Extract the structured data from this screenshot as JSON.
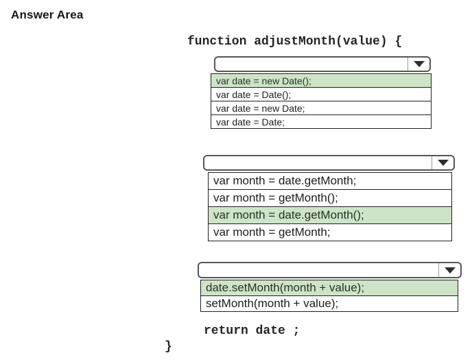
{
  "title": "Answer Area",
  "colors": {
    "highlight": "#cde4c6"
  },
  "code": {
    "function_line": "function adjustMonth(value) {",
    "return_line": "return date ;",
    "closing_brace": "}"
  },
  "dropdowns": [
    {
      "name": "date-declaration",
      "selected_value": "",
      "options": [
        {
          "label": "var date = new Date();",
          "highlighted": true
        },
        {
          "label": "var date = Date();",
          "highlighted": false
        },
        {
          "label": "var date = new Date;",
          "highlighted": false
        },
        {
          "label": "var date = Date;",
          "highlighted": false
        }
      ]
    },
    {
      "name": "month-assignment",
      "selected_value": "",
      "options": [
        {
          "label": "var month = date.getMonth;",
          "highlighted": false
        },
        {
          "label": "var month = getMonth();",
          "highlighted": false
        },
        {
          "label": "var month = date.getMonth();",
          "highlighted": true
        },
        {
          "label": "var month = getMonth;",
          "highlighted": false
        }
      ]
    },
    {
      "name": "set-month-call",
      "selected_value": "",
      "options": [
        {
          "label": "date.setMonth(month + value);",
          "highlighted": true
        },
        {
          "label": "setMonth(month + value);",
          "highlighted": false
        }
      ]
    }
  ]
}
